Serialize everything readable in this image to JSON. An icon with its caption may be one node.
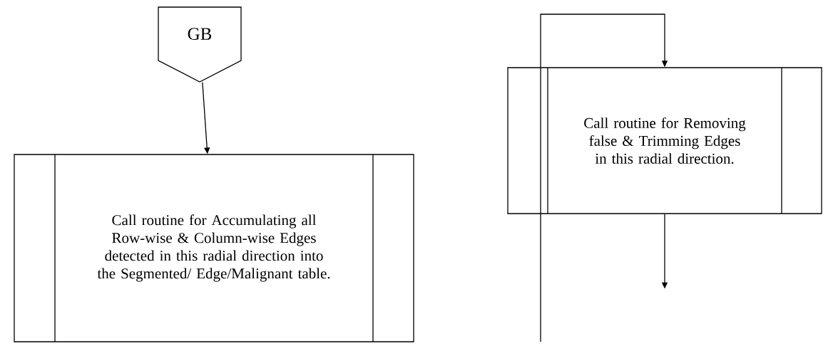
{
  "diagram": {
    "nodes": [
      {
        "text": [
          "GB"
        ]
      },
      {
        "text": [
          "Call routine for Accumulating all Row-wise & Column-wise Edges detected in this radial direction into the Segmented/ Edge/Malignant table."
        ]
      },
      {
        "text": [
          "Call routine for Removing false & Trimming Edges in this radial direction."
        ]
      }
    ],
    "edges": [
      {
        "from": 0,
        "to": 1,
        "arrow": "to"
      },
      {
        "from": null,
        "to": 2,
        "arrow": "to"
      },
      {
        "from": 2,
        "to": null,
        "arrow": "to"
      }
    ]
  }
}
